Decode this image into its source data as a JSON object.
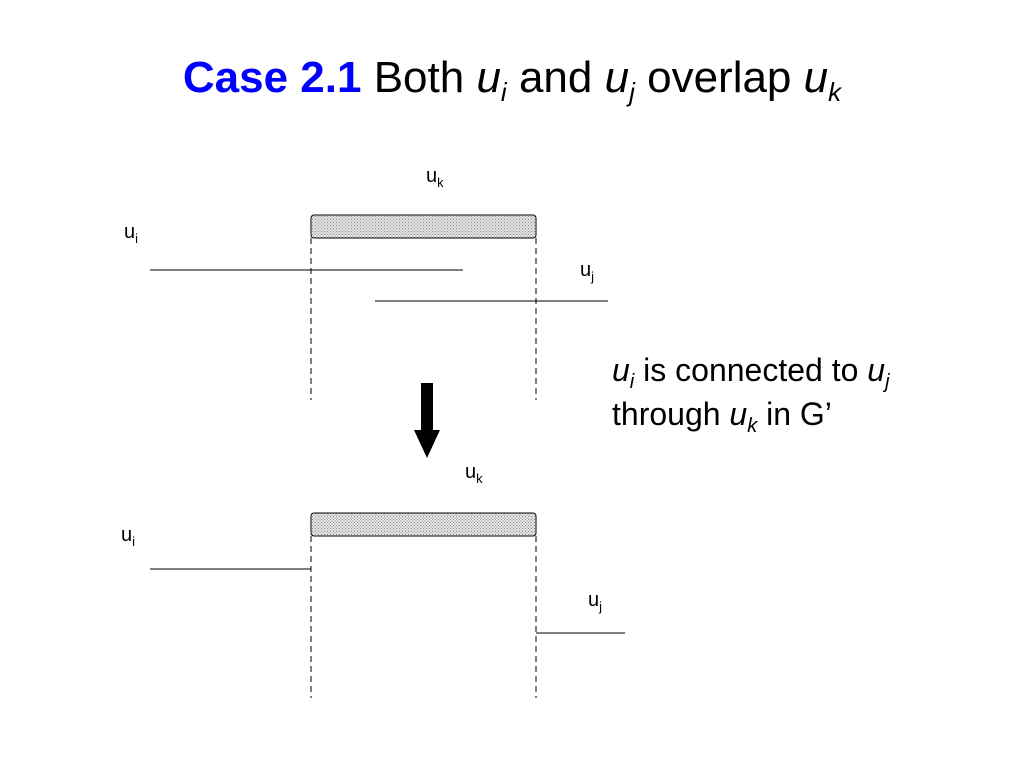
{
  "title": {
    "case_label": "Case 2.1",
    "word_both": "Both",
    "var_i_base": "u",
    "var_i_sub": "i",
    "word_and": "and",
    "var_j_base": "u",
    "var_j_sub": "j",
    "word_overlap": "overlap",
    "var_k_base": "u",
    "var_k_sub": "k"
  },
  "diagram_top": {
    "label_uk_base": "u",
    "label_uk_sub": "k",
    "label_ui_base": "u",
    "label_ui_sub": "i",
    "label_uj_base": "u",
    "label_uj_sub": "j"
  },
  "diagram_bottom": {
    "label_uk_base": "u",
    "label_uk_sub": "k",
    "label_ui_base": "u",
    "label_ui_sub": "i",
    "label_uj_base": "u",
    "label_uj_sub": "j"
  },
  "note": {
    "line1_var_i_base": "u",
    "line1_var_i_sub": "i",
    "line1_text": "is connected to",
    "line1_var_j_base": "u",
    "line1_var_j_sub": "j",
    "line2_text_a": "through",
    "line2_var_k_base": "u",
    "line2_var_k_sub": "k",
    "line2_text_b": "in G’"
  },
  "colors": {
    "title_accent": "#0000ff",
    "bar_fill": "#cccccc",
    "ink": "#000000"
  }
}
